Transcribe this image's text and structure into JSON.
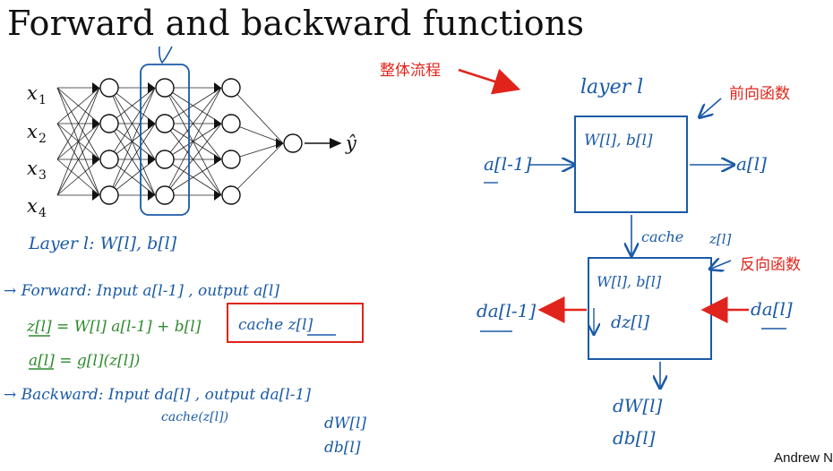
{
  "slide": {
    "title": "Forward and backward functions",
    "credit": "Andrew N"
  },
  "network": {
    "inputs": [
      {
        "var": "x",
        "sub": "1"
      },
      {
        "var": "x",
        "sub": "2"
      },
      {
        "var": "x",
        "sub": "3"
      },
      {
        "var": "x",
        "sub": "4"
      }
    ],
    "output": "ŷ"
  },
  "notes": {
    "layer_line": "Layer l:  W[l], b[l]",
    "forward_line": "→ Forward:  Input  a[l-1] ,  output  a[l]",
    "z_eq": "z[l] = W[l] a[l-1] + b[l]",
    "a_eq": "a[l] = g[l](z[l])",
    "cache": "cache  z[l]",
    "backward_line": "→ Backward:  Input  da[l] ,  output  da[l-1]",
    "backward_cache": "cache(z[l])",
    "dw": "dW[l]",
    "db": "db[l]"
  },
  "diagram": {
    "layer_title": "layer l",
    "overall_flow": "整体流程",
    "forward_fn": "前向函数",
    "backward_fn": "反向函数",
    "fwd_box": "W[l], b[l]",
    "fwd_in": "a[l-1]",
    "fwd_out": "a[l]",
    "cache": "cache",
    "cache_z": "z[l]",
    "bwd_box": "W[l], b[l]",
    "bwd_dz": "dz[l]",
    "bwd_in": "da[l]",
    "bwd_out": "da[l-1]",
    "bwd_dw": "dW[l]",
    "bwd_db": "db[l]"
  },
  "colors": {
    "ink_blue": "#1a5aa6",
    "ink_green": "#2f8a2f",
    "annotation_red": "#e0241b"
  }
}
